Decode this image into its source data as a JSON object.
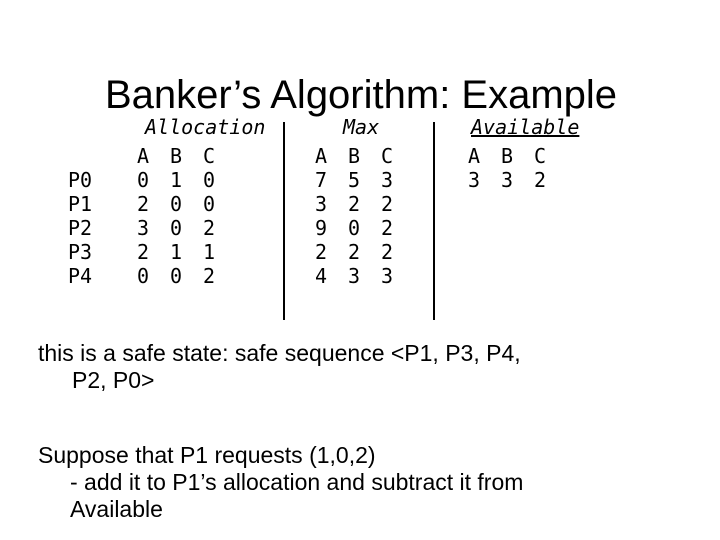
{
  "title": "Banker’s Algorithm: Example",
  "processes": [
    "P0",
    "P1",
    "P2",
    "P3",
    "P4"
  ],
  "allocation": {
    "label": "Allocation",
    "cols": [
      "A",
      "B",
      "C"
    ],
    "rows": [
      [
        "0",
        "1",
        "0"
      ],
      [
        "2",
        "0",
        "0"
      ],
      [
        "3",
        "0",
        "2"
      ],
      [
        "2",
        "1",
        "1"
      ],
      [
        "0",
        "0",
        "2"
      ]
    ]
  },
  "max": {
    "label": "Max",
    "cols": [
      "A",
      "B",
      "C"
    ],
    "rows": [
      [
        "7",
        "5",
        "3"
      ],
      [
        "3",
        "2",
        "2"
      ],
      [
        "9",
        "0",
        "2"
      ],
      [
        "2",
        "2",
        "2"
      ],
      [
        "4",
        "3",
        "3"
      ]
    ]
  },
  "available": {
    "label": "Available",
    "cols": [
      "A",
      "B",
      "C"
    ],
    "rows": [
      [
        "3",
        "3",
        "2"
      ]
    ]
  },
  "safe_line1": "this is a safe state: safe sequence  <P1, P3, P4,",
  "safe_line2": "P2, P0>",
  "request_line1": "Suppose that P1 requests (1,0,2)",
  "request_line2": "- add it to P1’s allocation and subtract it from",
  "request_line3": "Available"
}
